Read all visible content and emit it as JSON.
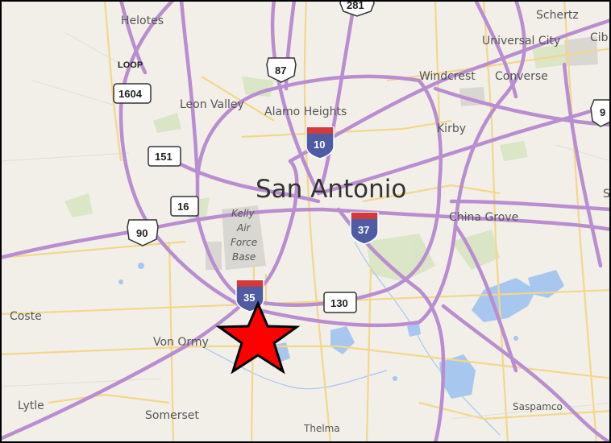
{
  "map": {
    "city_label": "San Antonio",
    "place_labels": {
      "helotes": "Helotes",
      "schertz": "Schertz",
      "universal_city": "Universal City",
      "cib": "Cib",
      "windcrest": "Windcrest",
      "converse": "Converse",
      "leon_valley": "Leon Valley",
      "alamo_heights": "Alamo Heights",
      "kirby": "Kirby",
      "china_grove": "China Grove",
      "coste": "Coste",
      "von_ormy": "Von Ormy",
      "lytle": "Lytle",
      "somerset": "Somerset",
      "thelma": "Thelma",
      "saspamco": "Saspamco",
      "s_edge": "S"
    },
    "kelly_afb": [
      "Kelly",
      "Air",
      "Force",
      "Base"
    ],
    "loop_label": "LOOP",
    "shields": {
      "loop_1604": "1604",
      "us_87": "87",
      "i_10": "10",
      "sh_151": "151",
      "sh_16": "16",
      "us_90": "90",
      "i_37": "37",
      "i_35": "35",
      "sh_130": "130",
      "top_281": "281",
      "right_90": "9"
    },
    "colors": {
      "background": "#f1efe8",
      "highway": "#b98ed0",
      "arterial": "#f0d68a",
      "water": "#9fc4ee",
      "park": "#cfe0b4",
      "star_fill": "#ff0000",
      "star_stroke": "#000000"
    },
    "marker_icon": "red-star-icon"
  }
}
